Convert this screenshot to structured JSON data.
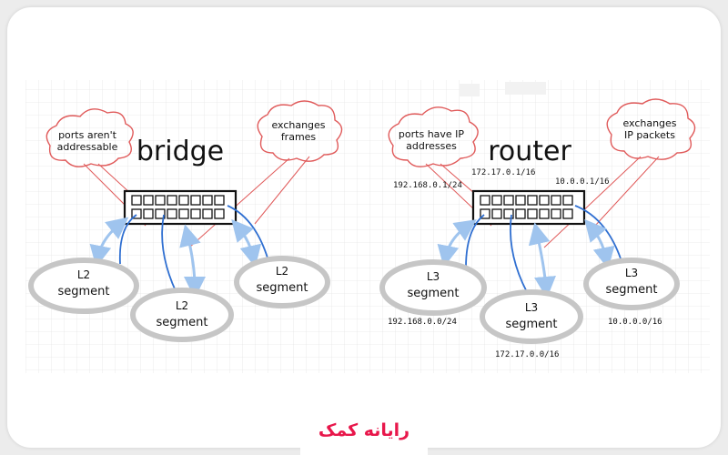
{
  "bridge": {
    "title": "bridge",
    "cloud_left": [
      "ports aren't",
      "addressable"
    ],
    "cloud_right": [
      "exchanges",
      "frames"
    ],
    "segments": [
      {
        "line1": "L2",
        "line2": "segment"
      },
      {
        "line1": "L2",
        "line2": "segment"
      },
      {
        "line1": "L2",
        "line2": "segment"
      }
    ]
  },
  "router": {
    "title": "router",
    "cloud_left": [
      "ports have IP",
      "addresses"
    ],
    "cloud_right": [
      "exchanges",
      "IP packets"
    ],
    "port_ips": [
      "192.168.0.1/24",
      "172.17.0.1/16",
      "10.0.0.1/16"
    ],
    "segments": [
      {
        "line1": "L3",
        "line2": "segment",
        "network": "192.168.0.0/24"
      },
      {
        "line1": "L3",
        "line2": "segment",
        "network": "172.17.0.0/16"
      },
      {
        "line1": "L3",
        "line2": "segment",
        "network": "10.0.0.0/16"
      }
    ]
  },
  "brand": {
    "logo_text": "رایانه کمک",
    "accent": "#e8174b"
  },
  "colors": {
    "cloud": "#e05a5a",
    "cable": "#2f6fd1",
    "arrow": "#9fc4ee",
    "segment": "#c6c6c6",
    "grid": "#e6e6e6"
  }
}
